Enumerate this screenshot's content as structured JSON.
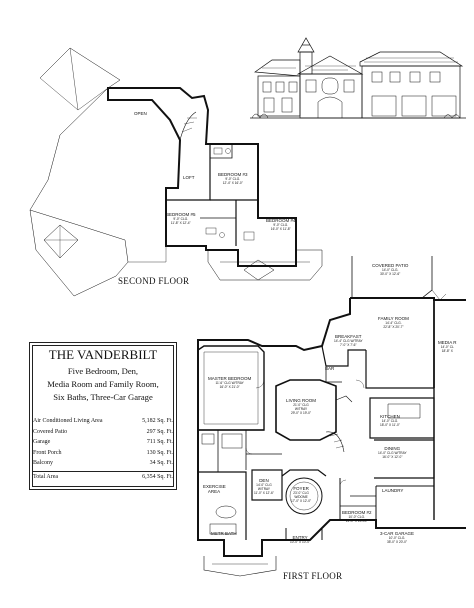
{
  "second_floor": {
    "title": "SECOND FLOOR",
    "rooms": [
      {
        "name": "OPEN",
        "dim": ""
      },
      {
        "name": "LOFT",
        "dim": ""
      },
      {
        "name": "BEDROOM #3",
        "dim": "9'-0\" CLG.\n12'-4\" X 16'-0\""
      },
      {
        "name": "BEDROOM #5",
        "dim": "9'-0\" CLG.\n11'-8\" X 12'-4\""
      },
      {
        "name": "BEDROOM #4",
        "dim": "9'-0\" CLG.\n16'-0\" X 11'-8\""
      }
    ]
  },
  "first_floor": {
    "title": "FIRST FLOOR",
    "rooms": [
      {
        "name": "COVERED PATIO",
        "dim": "14'-0\" CLG.\n30'-0\" X 12'-6\""
      },
      {
        "name": "FAMILY ROOM",
        "dim": "14'-4\" CLG.\n22'-8\" X 20'-7\""
      },
      {
        "name": "MEDIA R",
        "dim": "14'-0\" CL\n18'-8\" X"
      },
      {
        "name": "BREAKFAST",
        "dim": "14'-4\" CLG W/TRAY\n7'-0\" X 7'-6\""
      },
      {
        "name": "BAR",
        "dim": ""
      },
      {
        "name": "MASTER BEDROOM",
        "dim": "11'-6\" CLG W/TRAY\n16'-0\" X 21'-0\""
      },
      {
        "name": "LIVING ROOM",
        "dim": "21'-0\" CLG\nW/TRAY\n29'-0\" X 19'-0\""
      },
      {
        "name": "KITCHEN",
        "dim": "14'-0\" CLG.\n18'-0\" X 11'-0\""
      },
      {
        "name": "DINING",
        "dim": "14'-0\" CLG W/TRAY\n16'-0\" X 12'-0\""
      },
      {
        "name": "EXERCISE AREA",
        "dim": ""
      },
      {
        "name": "DEN",
        "dim": "14'-0\" CLG\nW/TRAY\n11'-0\" X 12'-6\""
      },
      {
        "name": "FOYER",
        "dim": "23'-0\" CLG\nW/DOME\n17'-0\" X 12'-0\""
      },
      {
        "name": "MSTR BATH",
        "dim": ""
      },
      {
        "name": "ENTRY",
        "dim": "10'-0\" X 10'-0\""
      },
      {
        "name": "BEDROOM #2",
        "dim": "10'-0\" CLG.\n12'-0\" X 13'-10\""
      },
      {
        "name": "LAUNDRY",
        "dim": ""
      },
      {
        "name": "3-CAR GARAGE",
        "dim": "10'-0\" CLG.\n35'-0\" X 20'-0\""
      }
    ]
  },
  "info": {
    "title": "THE VANDERBILT",
    "subtitle_lines": [
      "Five Bedroom, Den,",
      "Media Room and Family Room,",
      "Six Baths, Three-Car Garage"
    ],
    "areas": [
      {
        "label": "Air Conditioned Living Area",
        "value": "5,182 Sq. Ft."
      },
      {
        "label": "Covered Patio",
        "value": "297 Sq. Ft."
      },
      {
        "label": "Garage",
        "value": "711 Sq. Ft."
      },
      {
        "label": "Front Porch",
        "value": "130 Sq. Ft."
      },
      {
        "label": "Balcony",
        "value": "34 Sq. Ft."
      }
    ],
    "total": {
      "label": "Total Area",
      "value": "6,354 Sq. Ft."
    }
  }
}
